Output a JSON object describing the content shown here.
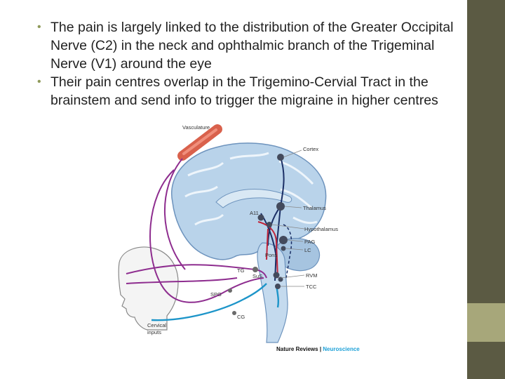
{
  "slide": {
    "bullets": [
      "The pain is largely linked to the distribution of the Greater Occipital Nerve (C2) in the neck and ophthalmic branch of the Trigeminal Nerve (V1) around the eye",
      "Their pain centres overlap in the Trigemino-Cervial Tract in the brainstem and send info to trigger the migraine in higher centres"
    ],
    "bullet_glyph": "•",
    "accent_color": "#5b5a43",
    "accent_light": "#a7a77a"
  },
  "figure": {
    "labels": {
      "vasculature": "Vasculature",
      "cortex": "Cortex",
      "a11": "A11",
      "thalamus": "Thalamus",
      "hypothalamus": "Hypothalamus",
      "pag": "PAG",
      "lc": "LC",
      "pons": "Pons",
      "tg": "TG",
      "sus": "SuS",
      "rvm": "RVM",
      "tcc": "TCC",
      "spg": "SPG",
      "cg": "CG",
      "cervical_inputs_line1": "Cervical",
      "cervical_inputs_line2": "inputs"
    },
    "credit_journal": "Nature Reviews",
    "credit_separator": " | ",
    "credit_section": "Neuroscience"
  }
}
